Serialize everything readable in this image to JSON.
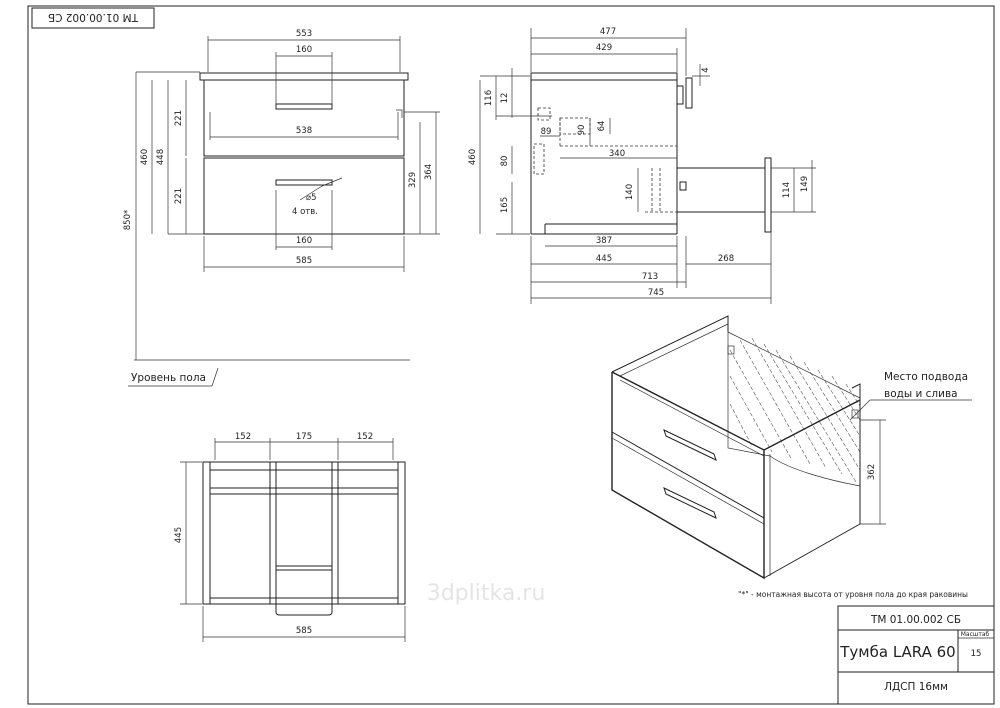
{
  "sheet_code": "ТМ 01.00.002 СБ",
  "floor_label": "Уровень пола",
  "watermark": "3dplitka.ru",
  "note": "\"*\" - монтажная высота от уровня пола до края раковины",
  "supply_label": [
    "Место подвода",
    "воды и слива"
  ],
  "hole_note": [
    "⌀5",
    "4 отв."
  ],
  "title_block": {
    "code": "ТМ 01.00.002 СБ",
    "name": "Тумба LARA 60",
    "scale_caption": "Масштаб",
    "scale_value": "15",
    "material": "ЛДСП 16мм"
  },
  "front_view": {
    "width_top": "553",
    "handle_top": "160",
    "inner_width": "538",
    "handle_bottom": "160",
    "width_bottom": "585",
    "install_height": "850*",
    "h460": "460",
    "h448": "448",
    "h221a": "221",
    "h221b": "221",
    "h329": "329",
    "h364": "364"
  },
  "side_view": {
    "d477": "477",
    "d429": "429",
    "d4": "4",
    "d116": "116",
    "d12": "12",
    "d89": "89",
    "d90": "90",
    "d64": "64",
    "d340": "340",
    "d460": "460",
    "d80": "80",
    "d165": "165",
    "d140": "140",
    "d387": "387",
    "d445": "445",
    "d268": "268",
    "d713": "713",
    "d745": "745",
    "d114": "114",
    "d149": "149"
  },
  "top_view": {
    "w152a": "152",
    "w175": "175",
    "w152b": "152",
    "depth": "445",
    "width": "585"
  },
  "iso_view": {
    "height": "362"
  }
}
